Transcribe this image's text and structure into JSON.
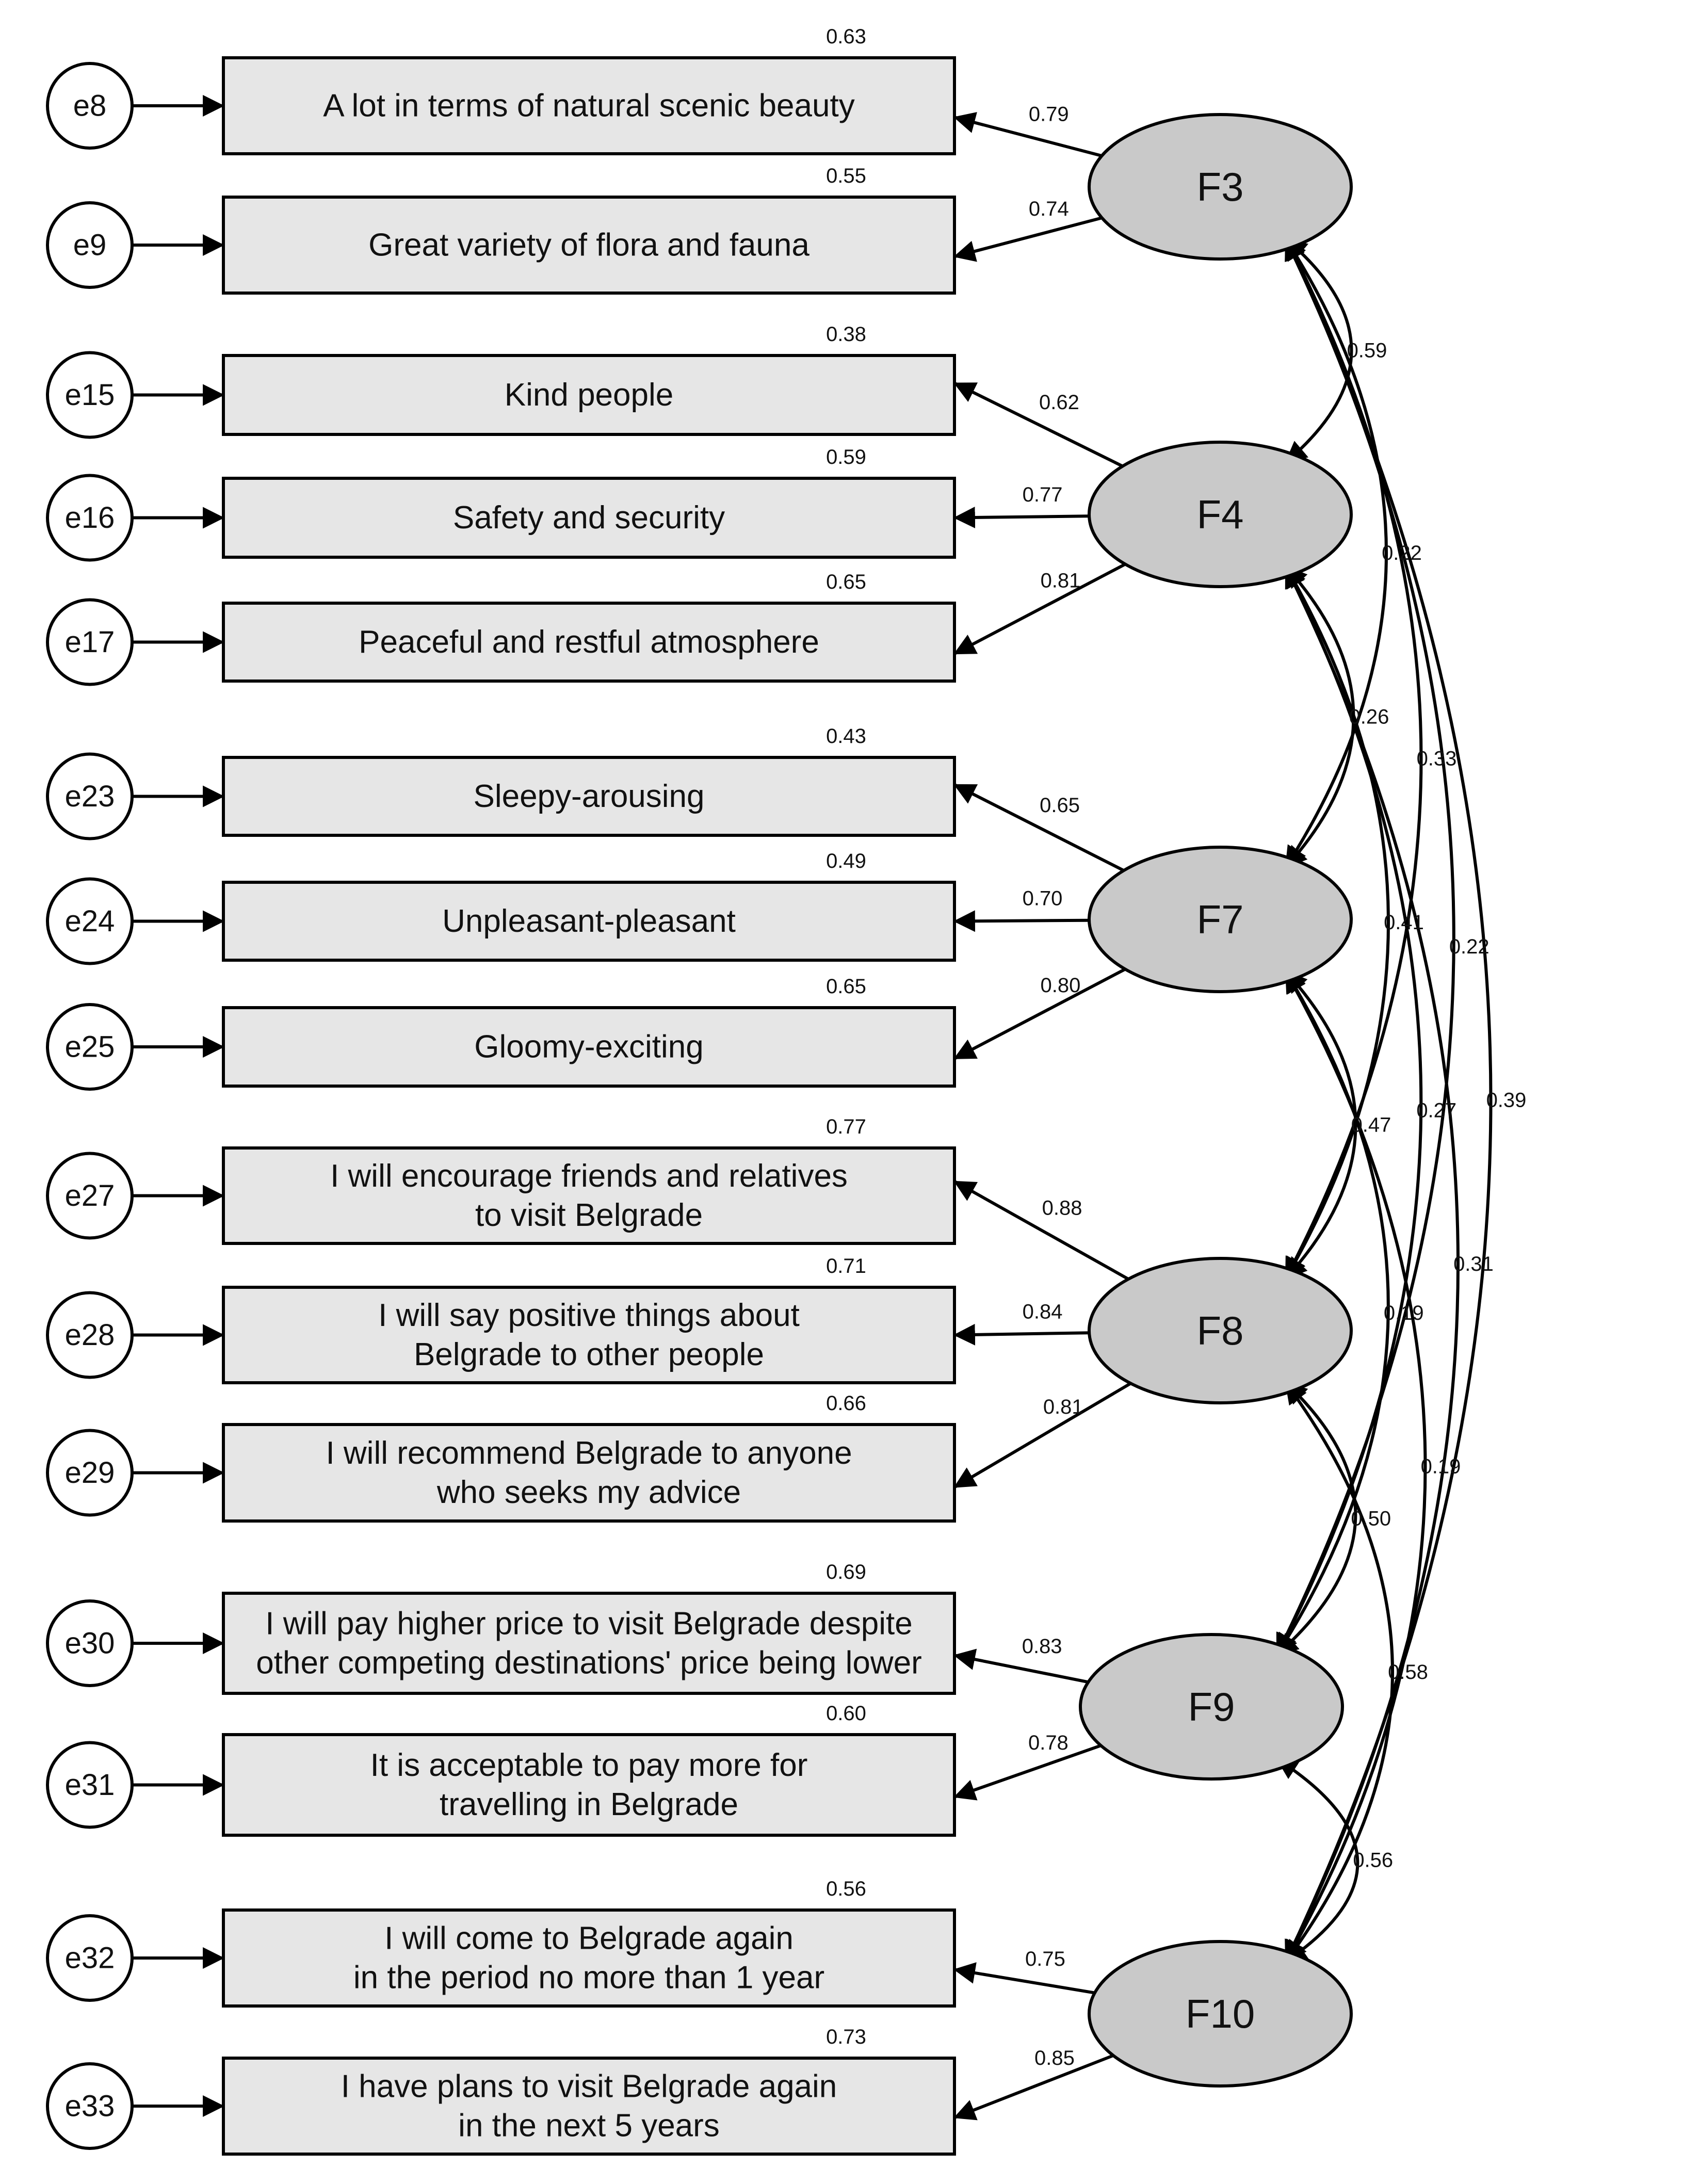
{
  "factors": [
    {
      "id": "F3",
      "label": "F3"
    },
    {
      "id": "F4",
      "label": "F4"
    },
    {
      "id": "F7",
      "label": "F7"
    },
    {
      "id": "F8",
      "label": "F8"
    },
    {
      "id": "F9",
      "label": "F9"
    },
    {
      "id": "F10",
      "label": "F10"
    }
  ],
  "indicators": [
    {
      "error": "e8",
      "lines": [
        "A lot in terms of natural scenic beauty"
      ],
      "r2": "0.63",
      "factor": "F3",
      "loading": "0.79"
    },
    {
      "error": "e9",
      "lines": [
        "Great variety of flora and fauna"
      ],
      "r2": "0.55",
      "factor": "F3",
      "loading": "0.74"
    },
    {
      "error": "e15",
      "lines": [
        "Kind people"
      ],
      "r2": "0.38",
      "factor": "F4",
      "loading": "0.62"
    },
    {
      "error": "e16",
      "lines": [
        "Safety and security"
      ],
      "r2": "0.59",
      "factor": "F4",
      "loading": "0.77"
    },
    {
      "error": "e17",
      "lines": [
        "Peaceful and restful atmosphere"
      ],
      "r2": "0.65",
      "factor": "F4",
      "loading": "0.81"
    },
    {
      "error": "e23",
      "lines": [
        "Sleepy-arousing"
      ],
      "r2": "0.43",
      "factor": "F7",
      "loading": "0.65"
    },
    {
      "error": "e24",
      "lines": [
        "Unpleasant-pleasant"
      ],
      "r2": "0.49",
      "factor": "F7",
      "loading": "0.70"
    },
    {
      "error": "e25",
      "lines": [
        "Gloomy-exciting"
      ],
      "r2": "0.65",
      "factor": "F7",
      "loading": "0.80"
    },
    {
      "error": "e27",
      "lines": [
        "I will encourage friends and relatives",
        "to visit Belgrade"
      ],
      "r2": "0.77",
      "factor": "F8",
      "loading": "0.88"
    },
    {
      "error": "e28",
      "lines": [
        "I will say positive things about",
        "Belgrade to other people"
      ],
      "r2": "0.71",
      "factor": "F8",
      "loading": "0.84"
    },
    {
      "error": "e29",
      "lines": [
        "I will recommend Belgrade to anyone",
        "who seeks my advice"
      ],
      "r2": "0.66",
      "factor": "F8",
      "loading": "0.81"
    },
    {
      "error": "e30",
      "lines": [
        "I will pay higher price to visit Belgrade despite",
        "other competing destinations' price being lower"
      ],
      "r2": "0.69",
      "factor": "F9",
      "loading": "0.83"
    },
    {
      "error": "e31",
      "lines": [
        "It is acceptable to pay more for",
        "travelling in Belgrade"
      ],
      "r2": "0.60",
      "factor": "F9",
      "loading": "0.78"
    },
    {
      "error": "e32",
      "lines": [
        "I will come to Belgrade again",
        "in the period no more than 1 year"
      ],
      "r2": "0.56",
      "factor": "F10",
      "loading": "0.75"
    },
    {
      "error": "e33",
      "lines": [
        "I have plans to visit Belgrade again",
        "in the next 5 years"
      ],
      "r2": "0.73",
      "factor": "F10",
      "loading": "0.85"
    }
  ],
  "covariances": [
    {
      "from": "F3",
      "to": "F4",
      "value": "0.59"
    },
    {
      "from": "F3",
      "to": "F7",
      "value": "0.22"
    },
    {
      "from": "F3",
      "to": "F8",
      "value": "0.33"
    },
    {
      "from": "F3",
      "to": "F9",
      "value": "0.22"
    },
    {
      "from": "F3",
      "to": "F10",
      "value": "0.39"
    },
    {
      "from": "F4",
      "to": "F7",
      "value": "0.26"
    },
    {
      "from": "F4",
      "to": "F8",
      "value": "0.41"
    },
    {
      "from": "F4",
      "to": "F9",
      "value": "0.27"
    },
    {
      "from": "F4",
      "to": "F10",
      "value": "0.31"
    },
    {
      "from": "F7",
      "to": "F8",
      "value": "0.47"
    },
    {
      "from": "F7",
      "to": "F9",
      "value": "0.19"
    },
    {
      "from": "F7",
      "to": "F10",
      "value": "0.19"
    },
    {
      "from": "F8",
      "to": "F9",
      "value": "0.50"
    },
    {
      "from": "F8",
      "to": "F10",
      "value": "0.58"
    },
    {
      "from": "F9",
      "to": "F10",
      "value": "0.56"
    }
  ]
}
